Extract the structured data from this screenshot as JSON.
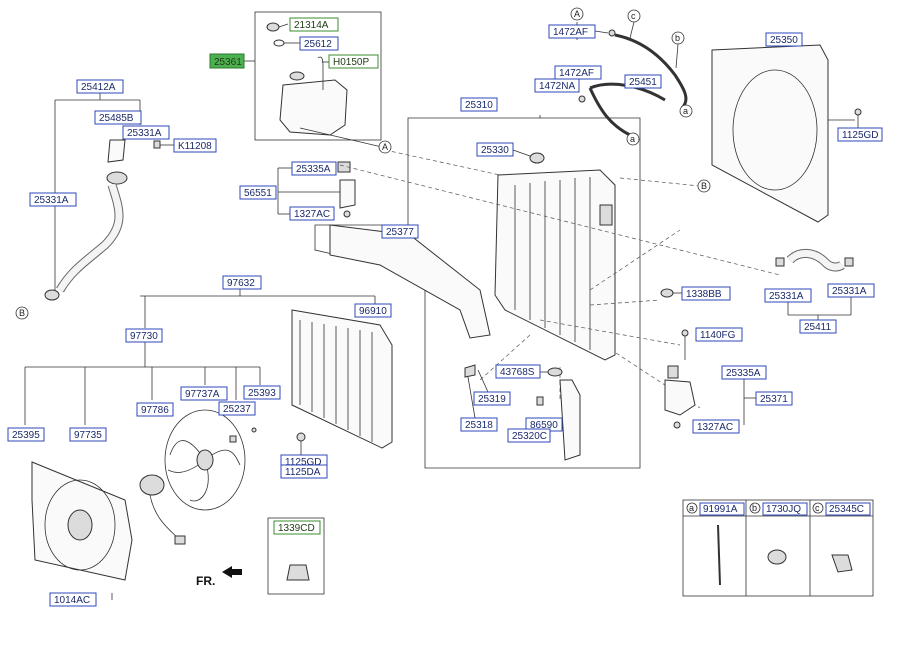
{
  "labels": {
    "p21314A": "21314A",
    "p25612": "25612",
    "p25361": "25361",
    "pH0150P": "H0150P",
    "p25412A": "25412A",
    "p25485B": "25485B",
    "p25331A_1": "25331A",
    "pK11208": "K11208",
    "p25331A_2": "25331A",
    "p1472AF_1": "1472AF",
    "p1472AF_2": "1472AF",
    "p1472NA": "1472NA",
    "p25451": "25451",
    "p25350": "25350",
    "p1125GD_1": "1125GD",
    "p25310": "25310",
    "p25330": "25330",
    "p25335A_1": "25335A",
    "p56551": "56551",
    "p1327AC_1": "1327AC",
    "p25377": "25377",
    "p1338BB": "1338BB",
    "p25331A_3": "25331A",
    "p25331A_4": "25331A",
    "p25411": "25411",
    "p97632": "97632",
    "p96910": "96910",
    "p97730": "97730",
    "p1140FG": "1140FG",
    "p43768S": "43768S",
    "p25335A_2": "25335A",
    "p25371": "25371",
    "p25319": "25319",
    "p86590": "86590",
    "p25318": "25318",
    "p25320C": "25320C",
    "p1327AC_2": "1327AC",
    "p25395": "25395",
    "p97735": "97735",
    "p97786": "97786",
    "p97737A": "97737A",
    "p25237": "25237",
    "p25393": "25393",
    "p1125GD_2": "1125GD",
    "p1125DA": "1125DA",
    "p1339CD": "1339CD",
    "p1014AC": "1014AC",
    "p91991A": "91991A",
    "p1730JQ": "1730JQ",
    "p25345C": "25345C"
  },
  "callouts": {
    "A": "A",
    "B": "B",
    "a": "a",
    "b": "b",
    "c": "c"
  },
  "front_label": "FR.",
  "colors": {
    "label_border": "#2f47b8",
    "label_text": "#1b2a6b",
    "selected_fill": "#4caf50",
    "alt_border": "#3a8c2e"
  }
}
